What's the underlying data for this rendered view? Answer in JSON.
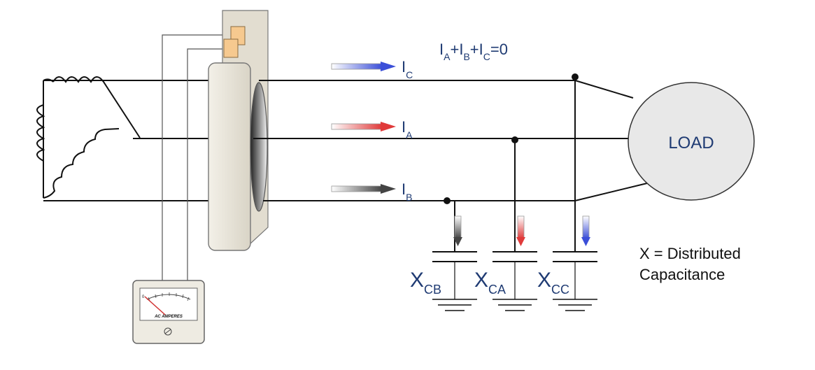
{
  "equation": {
    "parts": [
      "I",
      "A",
      "+I",
      "B",
      "+I",
      "C",
      "=0"
    ]
  },
  "currents": [
    {
      "letter": "I",
      "sub": "C",
      "color": "#3b4fd8"
    },
    {
      "letter": "I",
      "sub": "A",
      "color": "#e03a3a"
    },
    {
      "letter": "I",
      "sub": "B",
      "color": "#444444"
    }
  ],
  "load_label": "LOAD",
  "capacitors": [
    {
      "letter": "X",
      "sub": "CB",
      "arrow_color": "#444444"
    },
    {
      "letter": "X",
      "sub": "CA",
      "arrow_color": "#e03a3a"
    },
    {
      "letter": "X",
      "sub": "CC",
      "arrow_color": "#3b4fd8"
    }
  ],
  "legend": {
    "line1": "X = Distributed",
    "line2": "Capacitance"
  },
  "meter": {
    "dial_text": "AC AMPERES",
    "zero_text": "0"
  },
  "colors": {
    "label_blue": "#1f3b73",
    "ct_body": "#ebe7dc",
    "load_fill": "#e8e8e8",
    "terminal": "#f6c98f"
  }
}
